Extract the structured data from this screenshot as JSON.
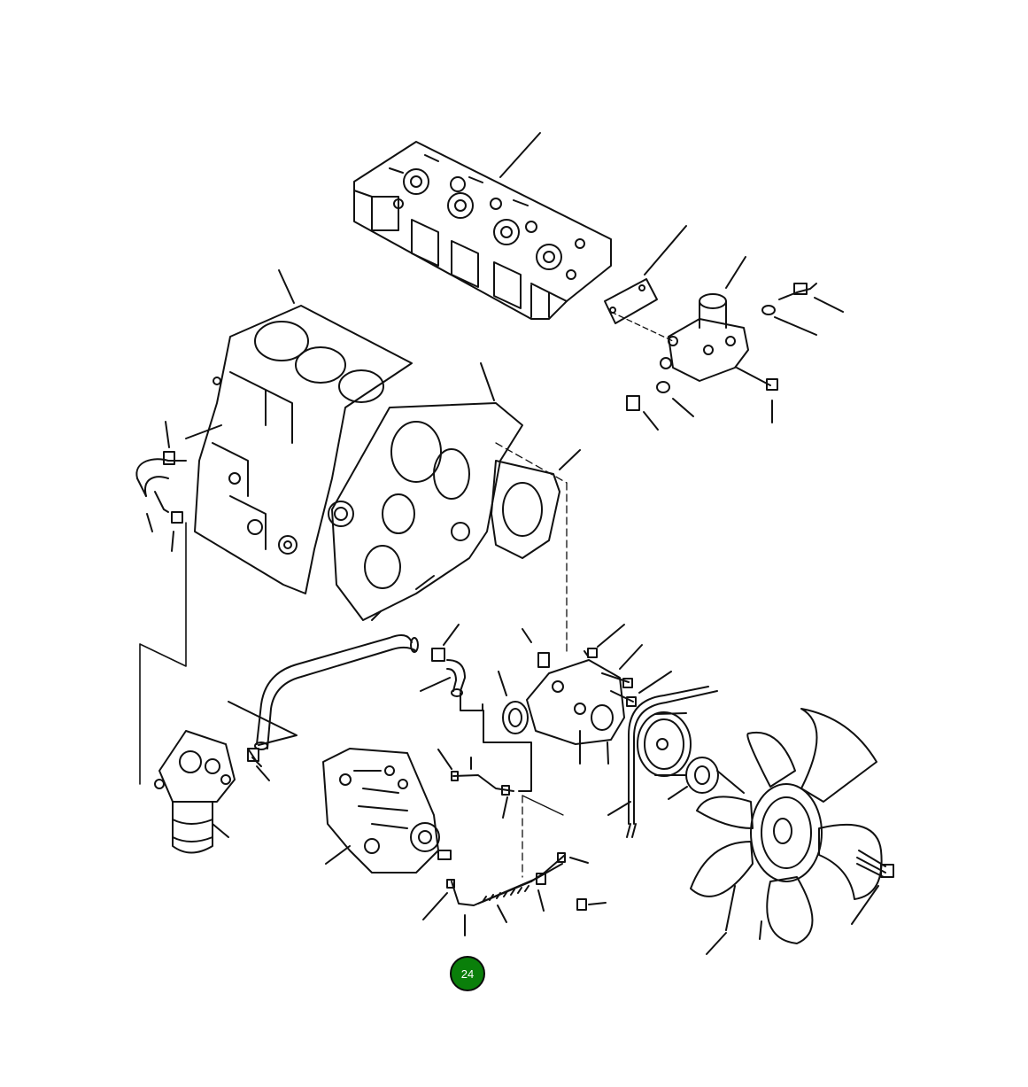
{
  "diagram": {
    "components": [
      "cylinder-head",
      "cylinder-head-gasket",
      "thermostat-housing",
      "cylinder-block",
      "gear-case",
      "gear-case-gasket",
      "coolant-hose",
      "fuel-filter",
      "intake-hose",
      "injection-pump",
      "water-pump",
      "fan-belt",
      "pulley",
      "cooling-fan"
    ]
  },
  "page_badge": {
    "number": "24",
    "color": "#0a7f0a"
  }
}
